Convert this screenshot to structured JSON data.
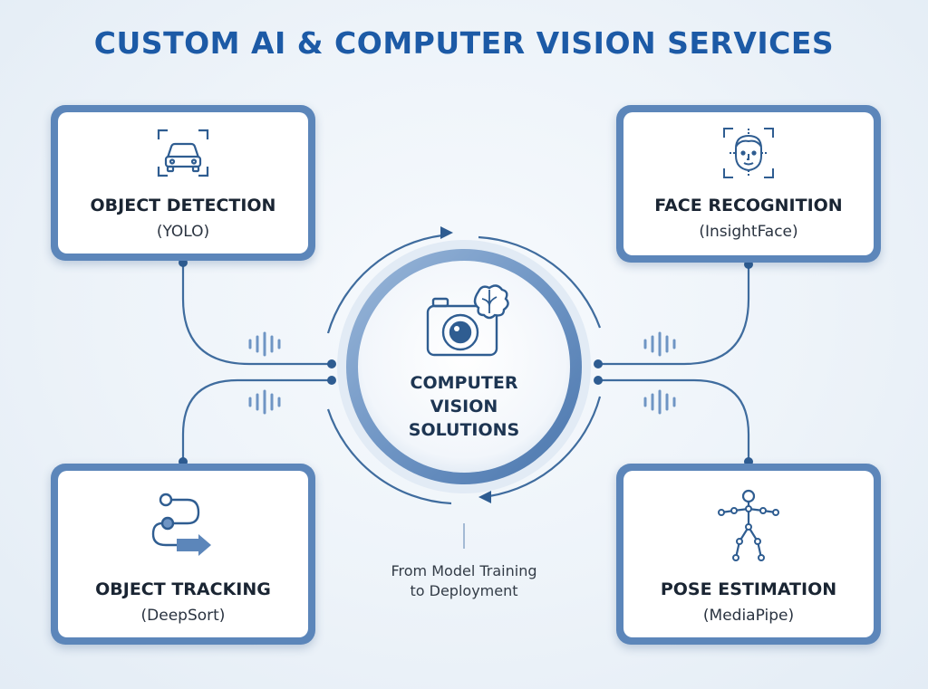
{
  "title": "CUSTOM AI & COMPUTER VISION SERVICES",
  "hub": {
    "lines": [
      "COMPUTER",
      "VISION",
      "SOLUTIONS"
    ],
    "icon": "camera-brain-icon"
  },
  "tagline": {
    "lines": [
      "From Model Training",
      "to Deployment"
    ]
  },
  "cards": [
    {
      "title": "OBJECT DETECTION",
      "subtitle": "(YOLO)",
      "icon": "car-detection-icon"
    },
    {
      "title": "FACE RECOGNITION",
      "subtitle": "(InsightFace)",
      "icon": "face-scan-icon"
    },
    {
      "title": "OBJECT TRACKING",
      "subtitle": "(DeepSort)",
      "icon": "tracking-path-icon"
    },
    {
      "title": "POSE ESTIMATION",
      "subtitle": "(MediaPipe)",
      "icon": "pose-skeleton-icon"
    }
  ],
  "colors": {
    "title": "#1c5aa6",
    "card_border": "#5c86ba",
    "connector": "#3f6c9e",
    "icon": "#2f5d91",
    "background": "#edf3f9"
  }
}
